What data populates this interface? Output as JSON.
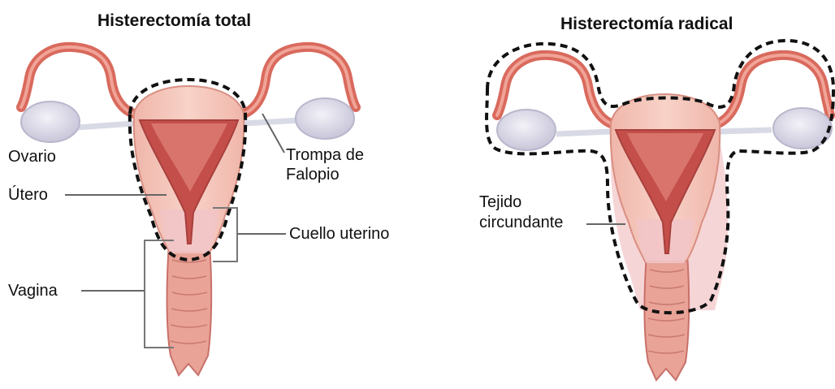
{
  "left": {
    "title": "Histerectomía total",
    "labels": {
      "ovary": "Ovario",
      "uterus": "Útero",
      "tube_line1": "Trompa de",
      "tube_line2": "Falopio",
      "cervix": "Cuello uterino",
      "vagina": "Vagina"
    }
  },
  "right": {
    "title": "Histerectomía radical",
    "labels": {
      "tissue_line1": "Tejido",
      "tissue_line2": "circundante"
    }
  },
  "colors": {
    "tissue": "#f1bcb3",
    "uterus_outer": "#f4c6bb",
    "cavity": "#c9534f",
    "tube": "#e07c6e",
    "ovary": "#dddcea",
    "dashed_outline": "#111111",
    "label_line": "#666666"
  }
}
